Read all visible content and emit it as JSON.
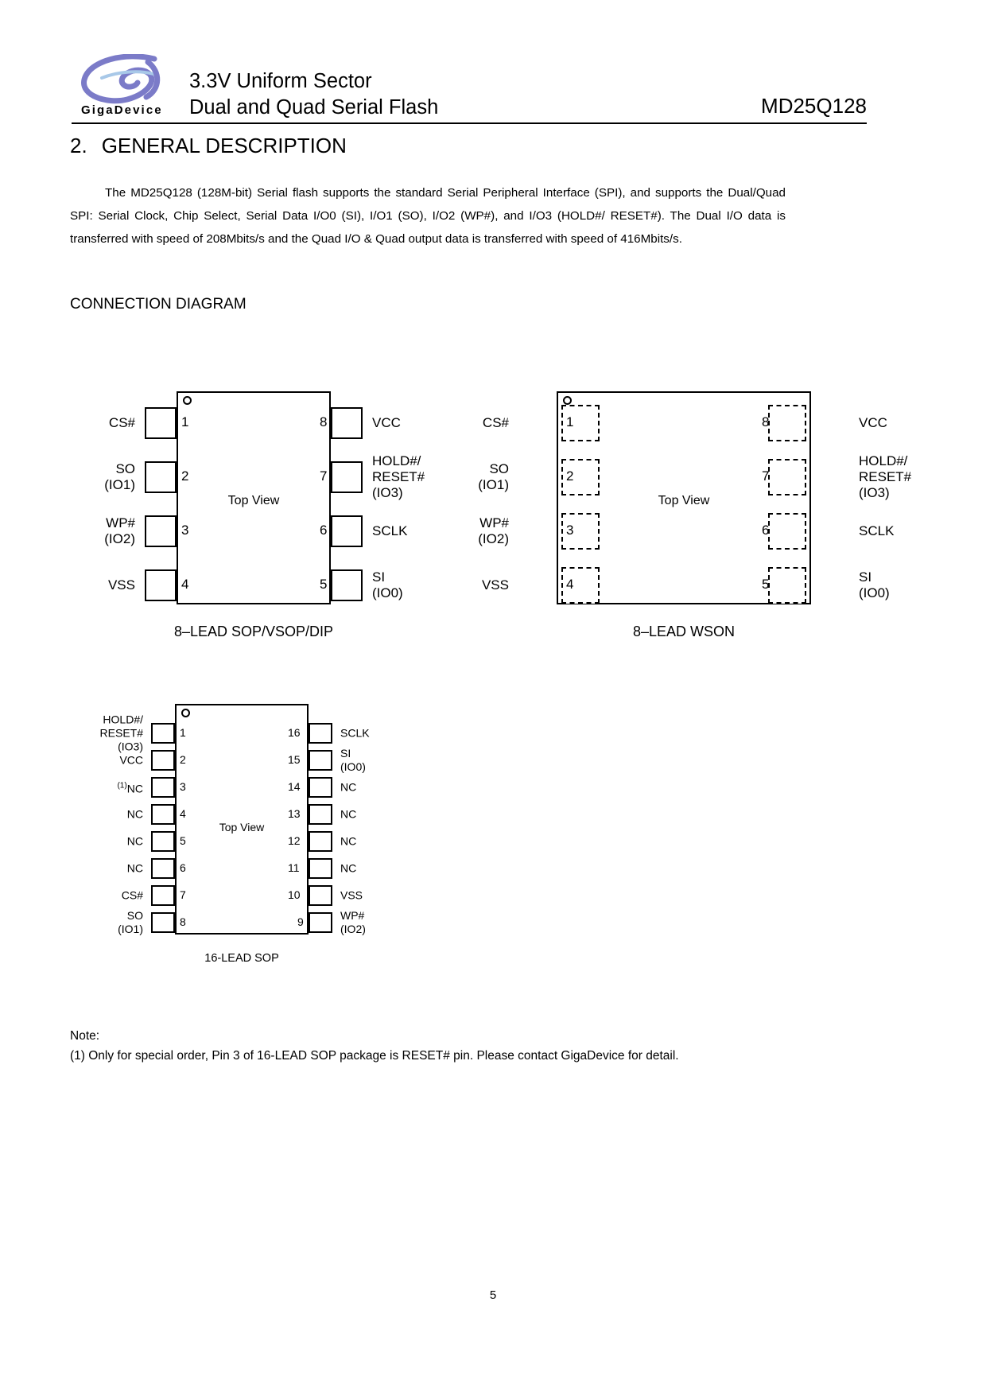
{
  "header": {
    "logo_text": "GigaDevice",
    "title_line1": "3.3V Uniform Sector",
    "title_line2": "Dual and Quad Serial Flash",
    "part_number": "MD25Q128"
  },
  "section": {
    "number": "2.",
    "title": "GENERAL DESCRIPTION",
    "paragraph": "The MD25Q128 (128M-bit) Serial flash supports the standard Serial Peripheral Interface (SPI), and supports the Dual/Quad SPI: Serial Clock, Chip Select, Serial Data I/O0 (SI), I/O1 (SO), I/O2 (WP#), and I/O3 (HOLD#/ RESET#). The Dual I/O data is transferred with speed of 208Mbits/s and the Quad I/O & Quad output data is transferred with speed of 416Mbits/s.",
    "connection_diagram_title": "CONNECTION DIAGRAM"
  },
  "packages": [
    {
      "id": "sop8",
      "caption": "8–LEAD SOP/VSOP/DIP",
      "top_view": "Top View",
      "left_pins": [
        {
          "num": "1",
          "label": "CS#"
        },
        {
          "num": "2",
          "label": "SO\n(IO1)"
        },
        {
          "num": "3",
          "label": "WP#\n(IO2)"
        },
        {
          "num": "4",
          "label": "VSS"
        }
      ],
      "right_pins": [
        {
          "num": "8",
          "label": "VCC"
        },
        {
          "num": "7",
          "label": "HOLD#/\nRESET#\n(IO3)"
        },
        {
          "num": "6",
          "label": "SCLK"
        },
        {
          "num": "5",
          "label": "SI\n(IO0)"
        }
      ]
    },
    {
      "id": "wson8",
      "caption": "8–LEAD WSON",
      "top_view": "Top View",
      "left_pins": [
        {
          "num": "1",
          "label": "CS#"
        },
        {
          "num": "2",
          "label": "SO\n(IO1)"
        },
        {
          "num": "3",
          "label": "WP#\n(IO2)"
        },
        {
          "num": "4",
          "label": "VSS"
        }
      ],
      "right_pins": [
        {
          "num": "8",
          "label": "VCC"
        },
        {
          "num": "7",
          "label": "HOLD#/\nRESET#\n(IO3)"
        },
        {
          "num": "6",
          "label": "SCLK"
        },
        {
          "num": "5",
          "label": "SI\n(IO0)"
        }
      ]
    },
    {
      "id": "sop16",
      "caption": "16-LEAD SOP",
      "top_view": "Top View",
      "left_pins": [
        {
          "num": "1",
          "label": "HOLD#/\nRESET#\n(IO3)"
        },
        {
          "num": "2",
          "label": "VCC"
        },
        {
          "num": "3",
          "label": "(1)NC"
        },
        {
          "num": "4",
          "label": "NC"
        },
        {
          "num": "5",
          "label": "NC"
        },
        {
          "num": "6",
          "label": "NC"
        },
        {
          "num": "7",
          "label": "CS#"
        },
        {
          "num": "8",
          "label": "SO\n(IO1)"
        }
      ],
      "right_pins": [
        {
          "num": "16",
          "label": "SCLK"
        },
        {
          "num": "15",
          "label": "SI\n(IO0)"
        },
        {
          "num": "14",
          "label": "NC"
        },
        {
          "num": "13",
          "label": "NC"
        },
        {
          "num": "12",
          "label": "NC"
        },
        {
          "num": "11",
          "label": "NC"
        },
        {
          "num": "10",
          "label": "VSS"
        },
        {
          "num": "9",
          "label": "WP#\n(IO2)"
        }
      ]
    }
  ],
  "note": {
    "heading": "Note:",
    "text": "(1) Only for special order, Pin 3 of 16-LEAD SOP package is RESET# pin. Please contact GigaDevice for detail."
  },
  "footer": {
    "page_number": "5"
  },
  "colors": {
    "logo_purple": "#7B7BC8",
    "logo_light": "#A8C8E8",
    "text": "#000000"
  }
}
